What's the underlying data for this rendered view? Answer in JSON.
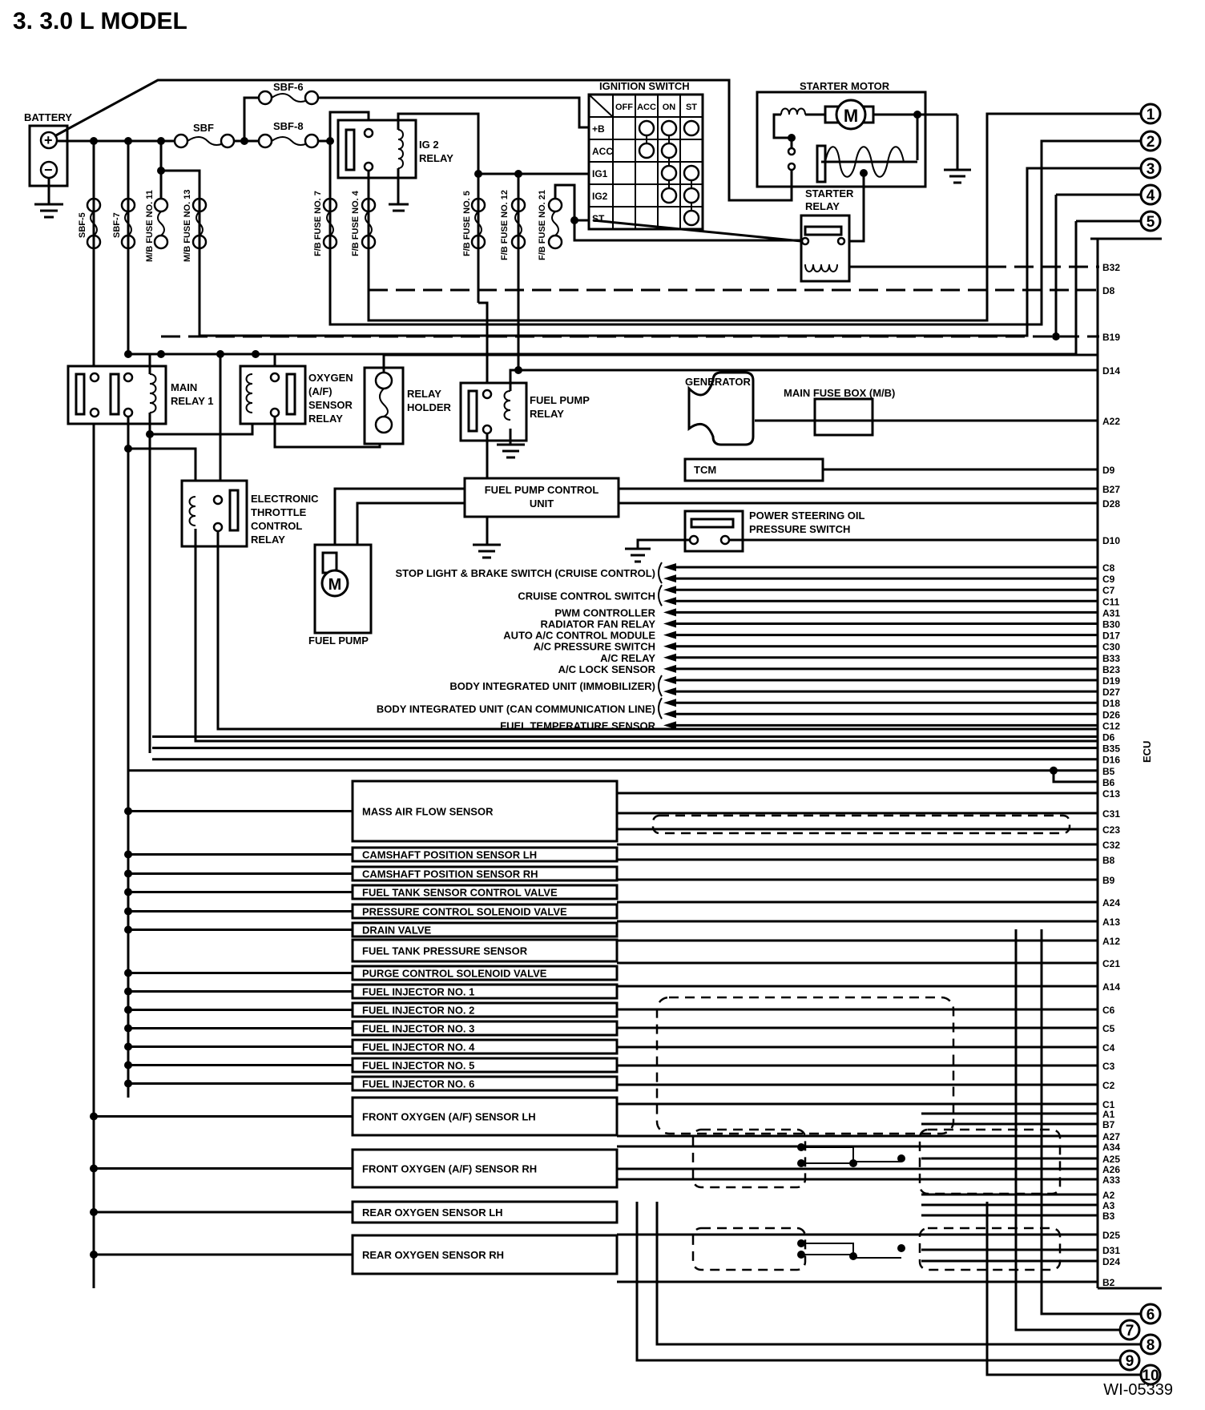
{
  "title": "3.  3.0 L MODEL",
  "figure_id": "WI-05339",
  "components": {
    "battery": "BATTERY",
    "battery_pos": "+",
    "battery_neg": "−",
    "sbf": "SBF",
    "sbf6": "SBF-6",
    "sbf8": "SBF-8",
    "sbf5": "SBF-5",
    "sbf7": "SBF-7",
    "mb11": "M/B FUSE NO. 11",
    "mb13": "M/B FUSE NO. 13",
    "fb7": "F/B FUSE NO. 7",
    "fb4": "F/B FUSE NO. 4",
    "fb5": "F/B FUSE NO. 5",
    "fb12": "F/B FUSE NO. 12",
    "fb21": "F/B FUSE NO. 21",
    "ig2_relay": [
      "IG 2",
      "RELAY"
    ],
    "ignition_switch": "IGNITION SWITCH",
    "starter_motor": "STARTER MOTOR",
    "starter_relay": [
      "STARTER",
      "RELAY"
    ],
    "motor_symbol": "M",
    "main_relay": [
      "MAIN",
      "RELAY 1"
    ],
    "oxygen_relay": [
      "OXYGEN",
      "(A/F)",
      "SENSOR",
      "RELAY"
    ],
    "relay_holder": [
      "RELAY",
      "HOLDER"
    ],
    "fuel_pump_relay": [
      "FUEL PUMP",
      "RELAY"
    ],
    "generator": "GENERATOR",
    "main_fuse_box": "MAIN FUSE BOX (M/B)",
    "tcm": "TCM",
    "fuel_pump_control_unit": [
      "FUEL PUMP CONTROL",
      "UNIT"
    ],
    "power_steering": [
      "POWER STEERING OIL",
      "PRESSURE SWITCH"
    ],
    "etc_relay": [
      "ELECTRONIC",
      "THROTTLE",
      "CONTROL",
      "RELAY"
    ],
    "fuel_pump": "FUEL PUMP",
    "ecu": "ECU"
  },
  "ignition_switch_table": {
    "columns": [
      "OFF",
      "ACC",
      "ON",
      "ST"
    ],
    "rows": [
      "+B",
      "ACC",
      "IG1",
      "IG2",
      "ST"
    ],
    "contacts": [
      [
        false,
        true,
        true,
        true
      ],
      [
        false,
        true,
        true,
        false
      ],
      [
        false,
        false,
        true,
        true
      ],
      [
        false,
        false,
        true,
        true
      ],
      [
        false,
        false,
        false,
        true
      ]
    ]
  },
  "input_labels": [
    {
      "label": "STOP LIGHT & BRAKE SWITCH (CRUISE CONTROL)",
      "pins": [
        "C8",
        "C9"
      ]
    },
    {
      "label": "CRUISE CONTROL SWITCH",
      "pins": [
        "C7",
        "C11"
      ]
    },
    {
      "label": "PWM CONTROLLER",
      "pins": [
        "A31"
      ]
    },
    {
      "label": "RADIATOR FAN RELAY",
      "pins": [
        "B30"
      ]
    },
    {
      "label": "AUTO A/C CONTROL MODULE",
      "pins": [
        "D17"
      ]
    },
    {
      "label": "A/C PRESSURE SWITCH",
      "pins": [
        "C30"
      ]
    },
    {
      "label": "A/C RELAY",
      "pins": [
        "B33"
      ]
    },
    {
      "label": "A/C LOCK SENSOR",
      "pins": [
        "B23"
      ]
    },
    {
      "label": "BODY INTEGRATED UNIT (IMMOBILIZER)",
      "pins": [
        "D19",
        "D27"
      ]
    },
    {
      "label": "BODY INTEGRATED UNIT (CAN COMMUNICATION LINE)",
      "pins": [
        "D18",
        "D26"
      ]
    },
    {
      "label": "FUEL TEMPERATURE SENSOR",
      "pins": [
        "C12"
      ]
    }
  ],
  "sensors": [
    "MASS AIR FLOW SENSOR",
    "CAMSHAFT POSITION SENSOR LH",
    "CAMSHAFT POSITION SENSOR RH",
    "FUEL TANK SENSOR CONTROL VALVE",
    "PRESSURE CONTROL SOLENOID VALVE",
    "DRAIN VALVE",
    "FUEL TANK PRESSURE SENSOR",
    "PURGE CONTROL SOLENOID VALVE",
    "FUEL INJECTOR NO. 1",
    "FUEL INJECTOR NO. 2",
    "FUEL INJECTOR NO. 3",
    "FUEL INJECTOR NO. 4",
    "FUEL INJECTOR NO. 5",
    "FUEL INJECTOR NO. 6",
    "FRONT OXYGEN (A/F) SENSOR LH",
    "FRONT OXYGEN (A/F) SENSOR RH",
    "REAR OXYGEN SENSOR LH",
    "REAR OXYGEN SENSOR RH"
  ],
  "ecu_pins": [
    "B32",
    "D8",
    "B19",
    "D14",
    "A22",
    "D9",
    "B27",
    "D28",
    "D10",
    "C8",
    "C9",
    "C7",
    "C11",
    "A31",
    "B30",
    "D17",
    "C30",
    "B33",
    "B23",
    "D19",
    "D27",
    "D18",
    "D26",
    "C12",
    "D6",
    "B35",
    "D16",
    "B5",
    "B6",
    "C13",
    "C31",
    "C23",
    "C32",
    "B8",
    "B9",
    "A24",
    "A13",
    "A12",
    "C21",
    "A14",
    "C6",
    "C5",
    "C4",
    "C3",
    "C2",
    "C1",
    "A1",
    "B7",
    "A27",
    "A34",
    "A25",
    "A26",
    "A33",
    "A2",
    "A3",
    "B3",
    "D25",
    "D31",
    "D24",
    "B2"
  ],
  "connectors_top": [
    "1",
    "2",
    "3",
    "4",
    "5"
  ],
  "connectors_bottom": [
    "6",
    "7",
    "8",
    "9",
    "10"
  ]
}
